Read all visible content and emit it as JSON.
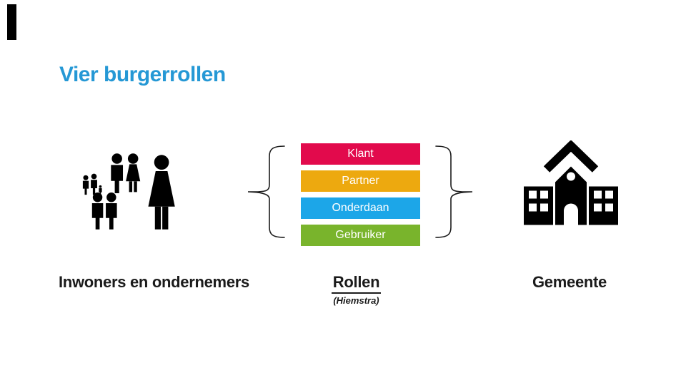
{
  "slide": {
    "title": "Vier burgerrollen",
    "title_color": "#2598d5",
    "accent_bar_color": "#000000",
    "background_color": "#ffffff"
  },
  "diagram": {
    "roles": [
      {
        "label": "Klant",
        "color": "#e20a4c"
      },
      {
        "label": "Partner",
        "color": "#eda90f"
      },
      {
        "label": "Onderdaan",
        "color": "#1ca6e8"
      },
      {
        "label": "Gebruiker",
        "color": "#79b42c"
      }
    ],
    "role_text_color": "#ffffff",
    "brace_color": "#1a1a1a",
    "icon_color": "#000000",
    "icons": {
      "left": "people-group-icon",
      "right": "school-building-icon"
    }
  },
  "captions": {
    "left": "Inwoners en ondernemers",
    "middle": "Rollen",
    "middle_sub": "(Hiemstra)",
    "right": "Gemeente"
  }
}
